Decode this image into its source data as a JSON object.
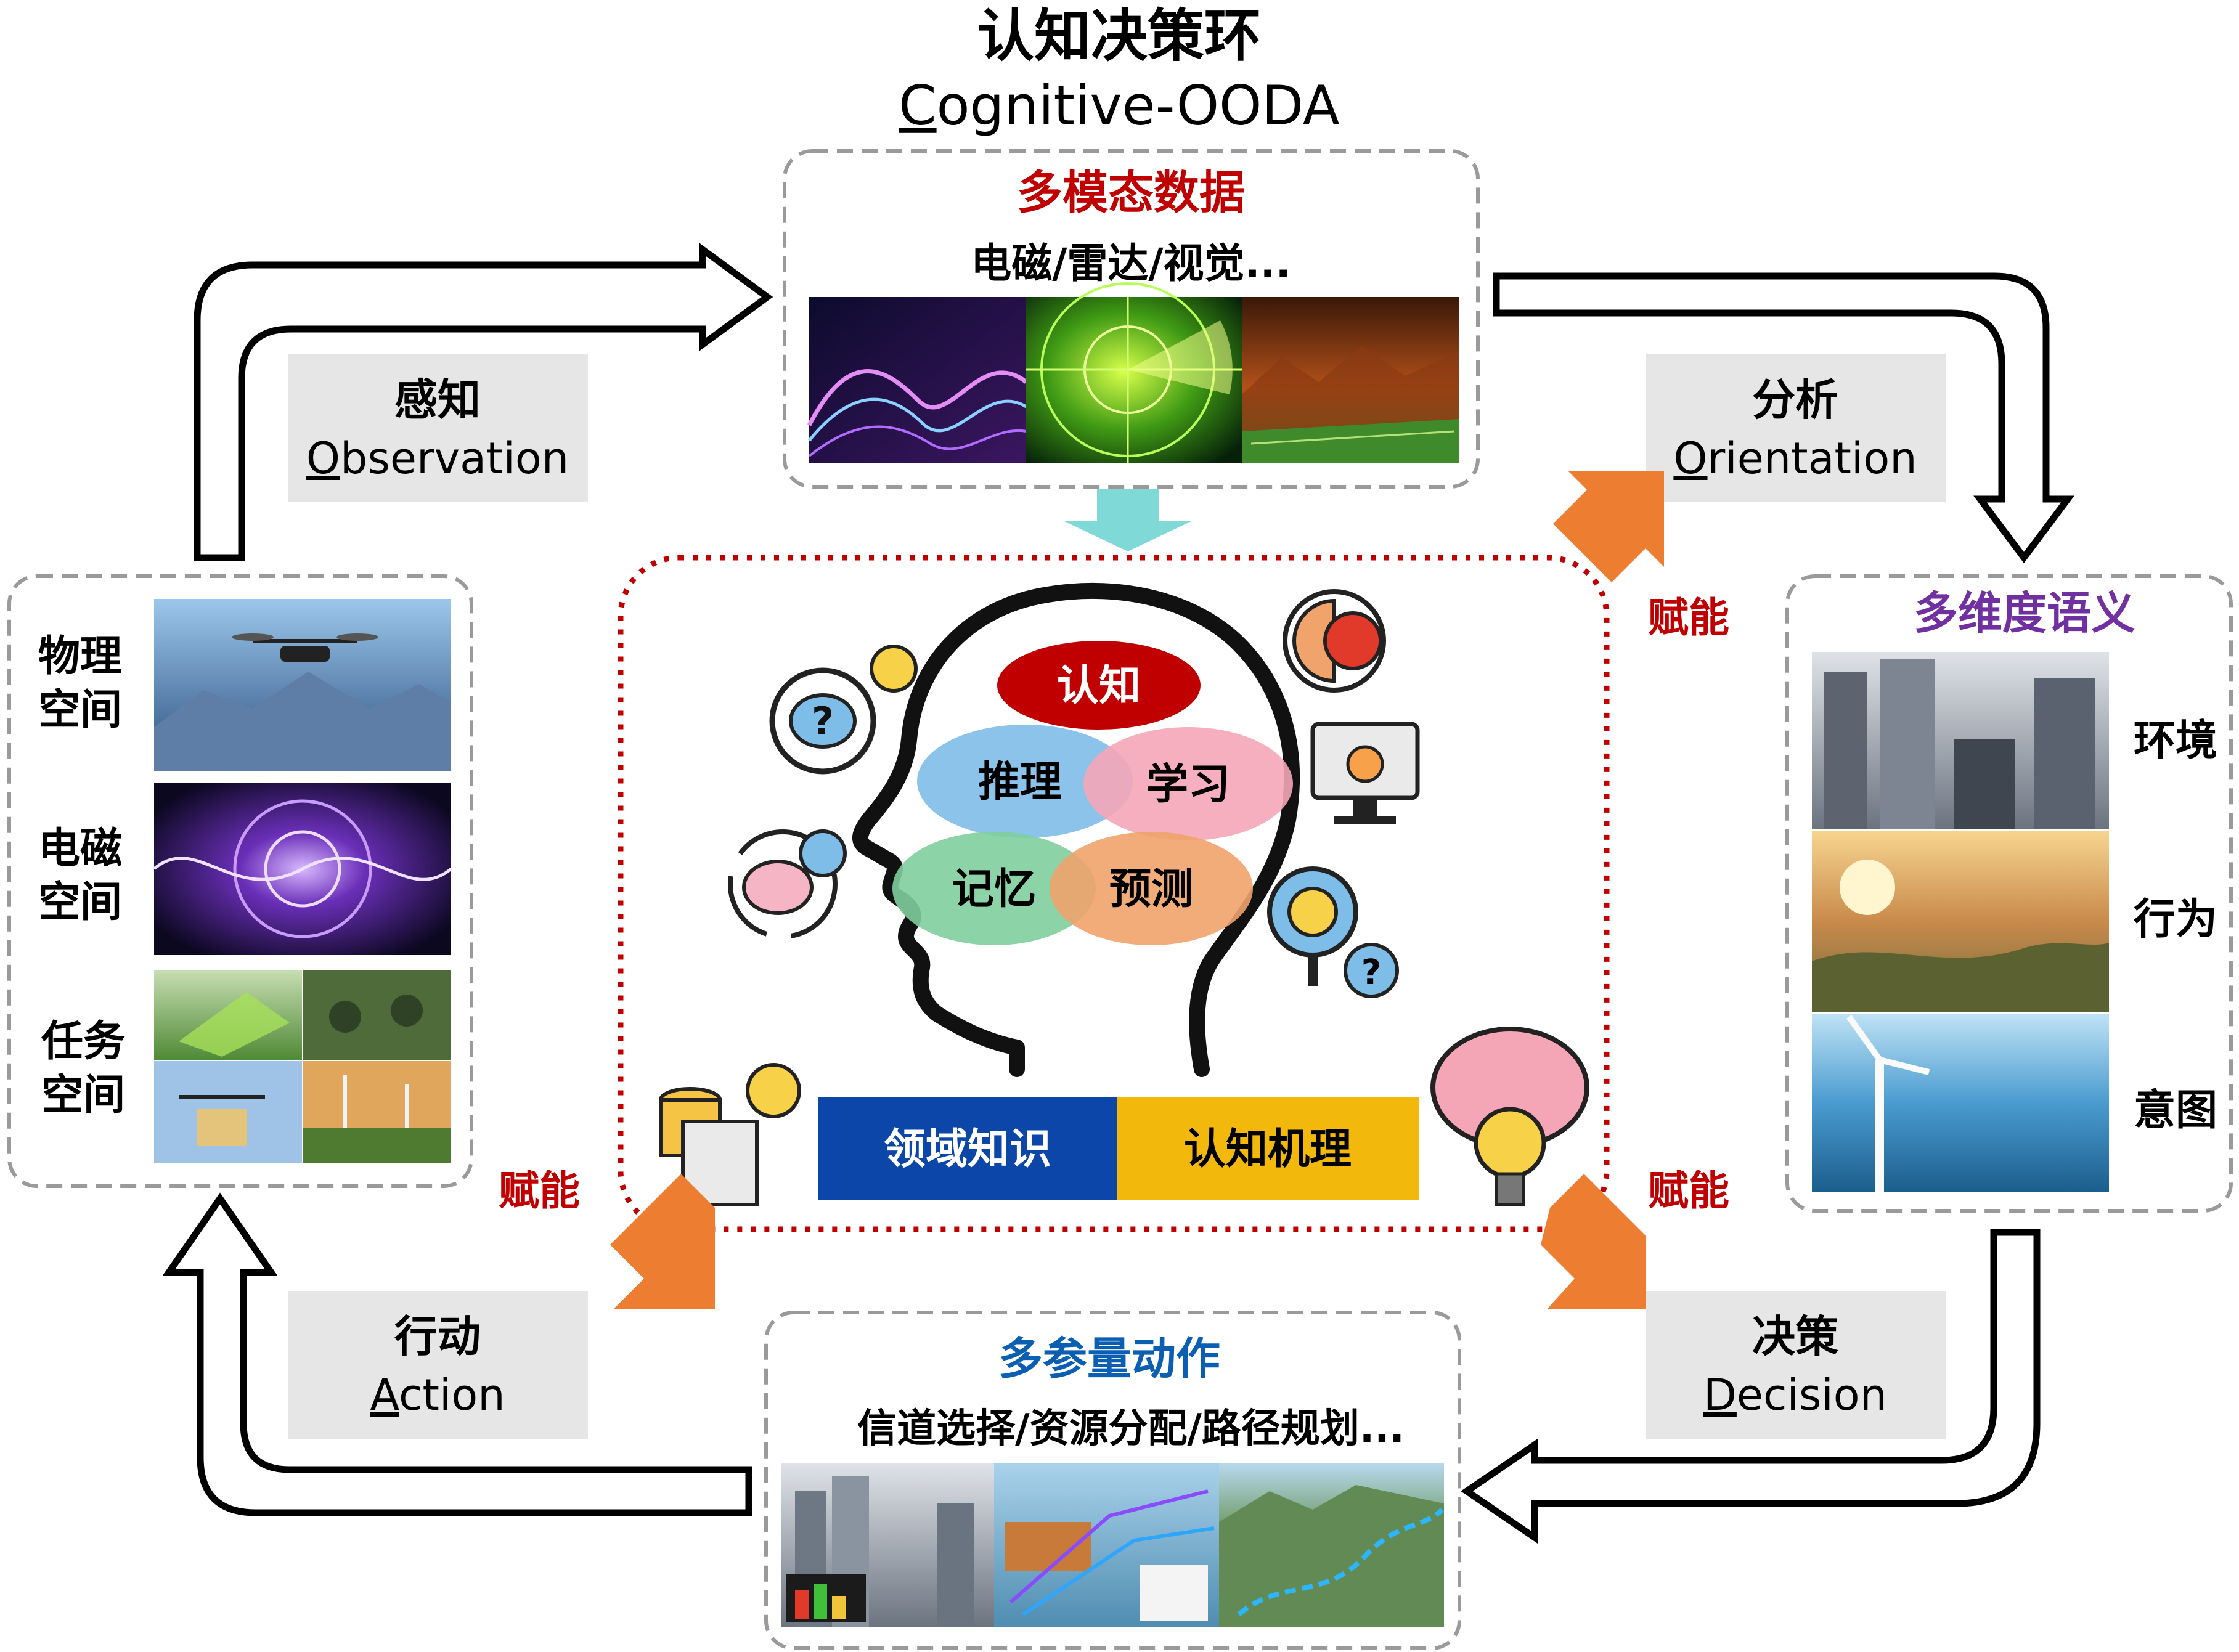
{
  "title": {
    "zh": "认知决策环",
    "en_initial": "C",
    "en_rest": "ognitive-OODA"
  },
  "phases": {
    "observation": {
      "zh": "感知",
      "en_initial": "O",
      "en_rest": "bservation"
    },
    "orientation": {
      "zh": "分析",
      "en_initial": "O",
      "en_rest": "rientation"
    },
    "decision": {
      "zh": "决策",
      "en_initial": "D",
      "en_rest": "ecision"
    },
    "action": {
      "zh": "行动",
      "en_initial": "A",
      "en_rest": "ction"
    }
  },
  "top_box": {
    "title": "多模态数据",
    "subtitle": "电磁/雷达/视觉..."
  },
  "bottom_box": {
    "title": "多参量动作",
    "subtitle": "信道选择/资源分配/路径规划..."
  },
  "left_box": {
    "labels": [
      "物理空间",
      "电磁空间",
      "任务空间"
    ]
  },
  "right_box": {
    "title": "多维度语义",
    "labels": [
      "环境",
      "行为",
      "意图"
    ]
  },
  "center": {
    "ovals": [
      "认知",
      "推理",
      "学习",
      "记忆",
      "预测"
    ],
    "bar": [
      "领域知识",
      "认知机理"
    ]
  },
  "empower": [
    "赋能",
    "赋能",
    "赋能"
  ],
  "colors": {
    "red": "#c00000",
    "blue": "#0b5fb3",
    "purple": "#7030a0",
    "gray_box": "#e6e6e6",
    "orange": "#ed7d31",
    "teal": "#7fd9d6",
    "bar_blue": "#0b46a8",
    "bar_yellow": "#f2b90c"
  }
}
